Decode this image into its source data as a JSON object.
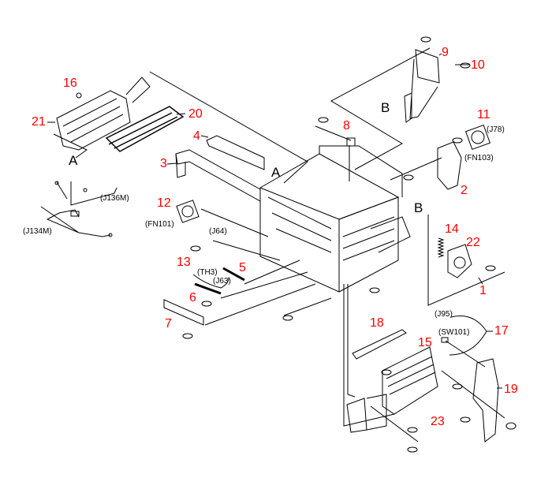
{
  "title": "Exploded parts view",
  "colors": {
    "callout": "#ff0000",
    "line": "#000000",
    "background": "#ffffff"
  },
  "callouts": {
    "c1": "1",
    "c2": "2",
    "c3": "3",
    "c4": "4",
    "c5": "5",
    "c6": "6",
    "c7": "7",
    "c8": "8",
    "c9": "9",
    "c10": "10",
    "c11": "11",
    "c12": "12",
    "c13": "13",
    "c14": "14",
    "c15": "15",
    "c16": "16",
    "c17": "17",
    "c18": "18",
    "c19": "19",
    "c20": "20",
    "c21": "21",
    "c22": "22",
    "c23": "23"
  },
  "connectors": {
    "j78": "(J78)",
    "fn103": "(FN103)",
    "j136m": "(J136M)",
    "j134m": "(J134M)",
    "fn101": "(FN101)",
    "j64": "(J64)",
    "th3": "(TH3)",
    "j63": "(J63)",
    "j95": "(J95)",
    "sw101": "(SW101)"
  },
  "refs": {
    "a1": "A",
    "a2": "A",
    "b1": "B",
    "b2": "B"
  }
}
